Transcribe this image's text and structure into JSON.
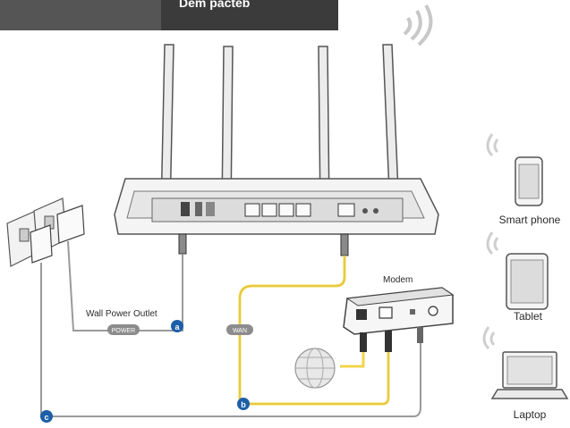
{
  "banner": {
    "text": "Dem pacteb"
  },
  "labels": {
    "modem": "Modem",
    "wall_power_outlet": "Wall Power Outlet",
    "smart_phone": "Smart phone",
    "tablet": "Tablet",
    "laptop": "Laptop"
  },
  "cable_tags": {
    "power": "POWER",
    "wan": "WAN"
  },
  "markers": {
    "a": "a",
    "b": "b",
    "c": "c"
  },
  "colors": {
    "ethernet_cable": "#f2d54a",
    "marker": "#1d5ea8",
    "cable": "#9a9a9a"
  }
}
